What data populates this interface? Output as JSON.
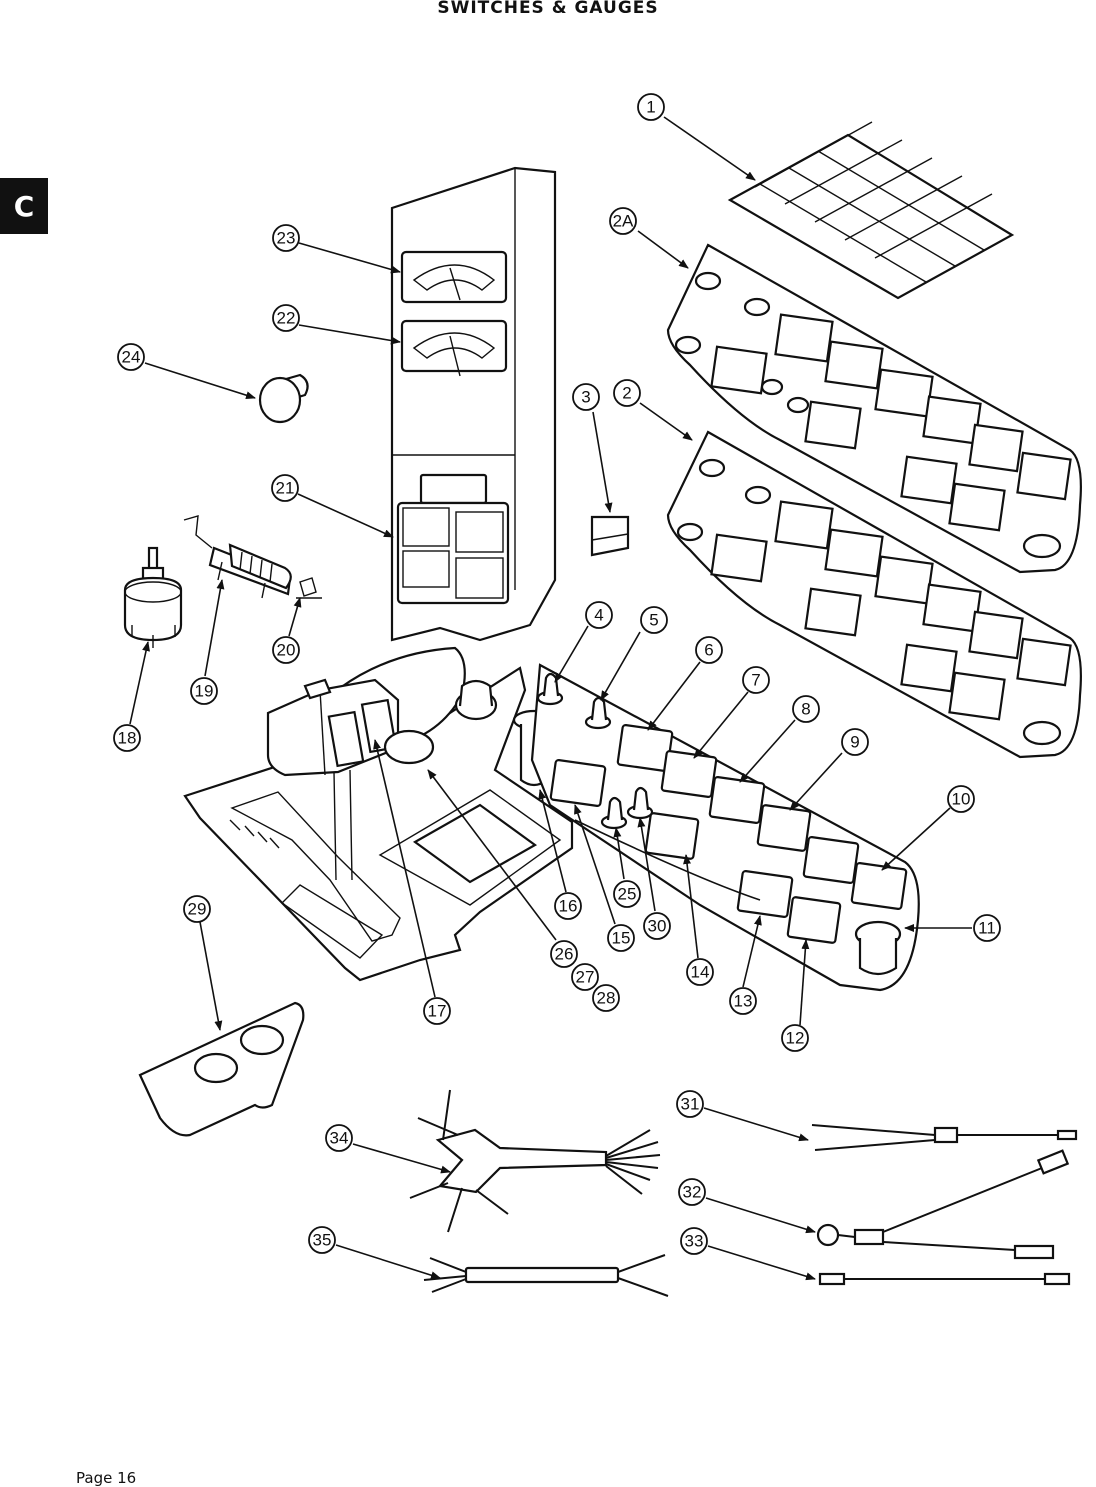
{
  "page": {
    "title": "SWITCHES & GAUGES",
    "section_tab": "C",
    "footer": "Page 16"
  },
  "callouts": [
    {
      "label": "1"
    },
    {
      "label": "2A"
    },
    {
      "label": "2"
    },
    {
      "label": "3"
    },
    {
      "label": "4"
    },
    {
      "label": "5"
    },
    {
      "label": "6"
    },
    {
      "label": "7"
    },
    {
      "label": "8"
    },
    {
      "label": "9"
    },
    {
      "label": "10"
    },
    {
      "label": "11"
    },
    {
      "label": "12"
    },
    {
      "label": "13"
    },
    {
      "label": "14"
    },
    {
      "label": "15"
    },
    {
      "label": "16"
    },
    {
      "label": "17"
    },
    {
      "label": "18"
    },
    {
      "label": "19"
    },
    {
      "label": "20"
    },
    {
      "label": "21"
    },
    {
      "label": "22"
    },
    {
      "label": "23"
    },
    {
      "label": "24"
    },
    {
      "label": "25"
    },
    {
      "label": "26"
    },
    {
      "label": "27"
    },
    {
      "label": "28"
    },
    {
      "label": "29"
    },
    {
      "label": "30"
    },
    {
      "label": "31"
    },
    {
      "label": "32"
    },
    {
      "label": "33"
    },
    {
      "label": "34"
    },
    {
      "label": "35"
    }
  ],
  "icons": [
    "arrow-head-icon"
  ]
}
